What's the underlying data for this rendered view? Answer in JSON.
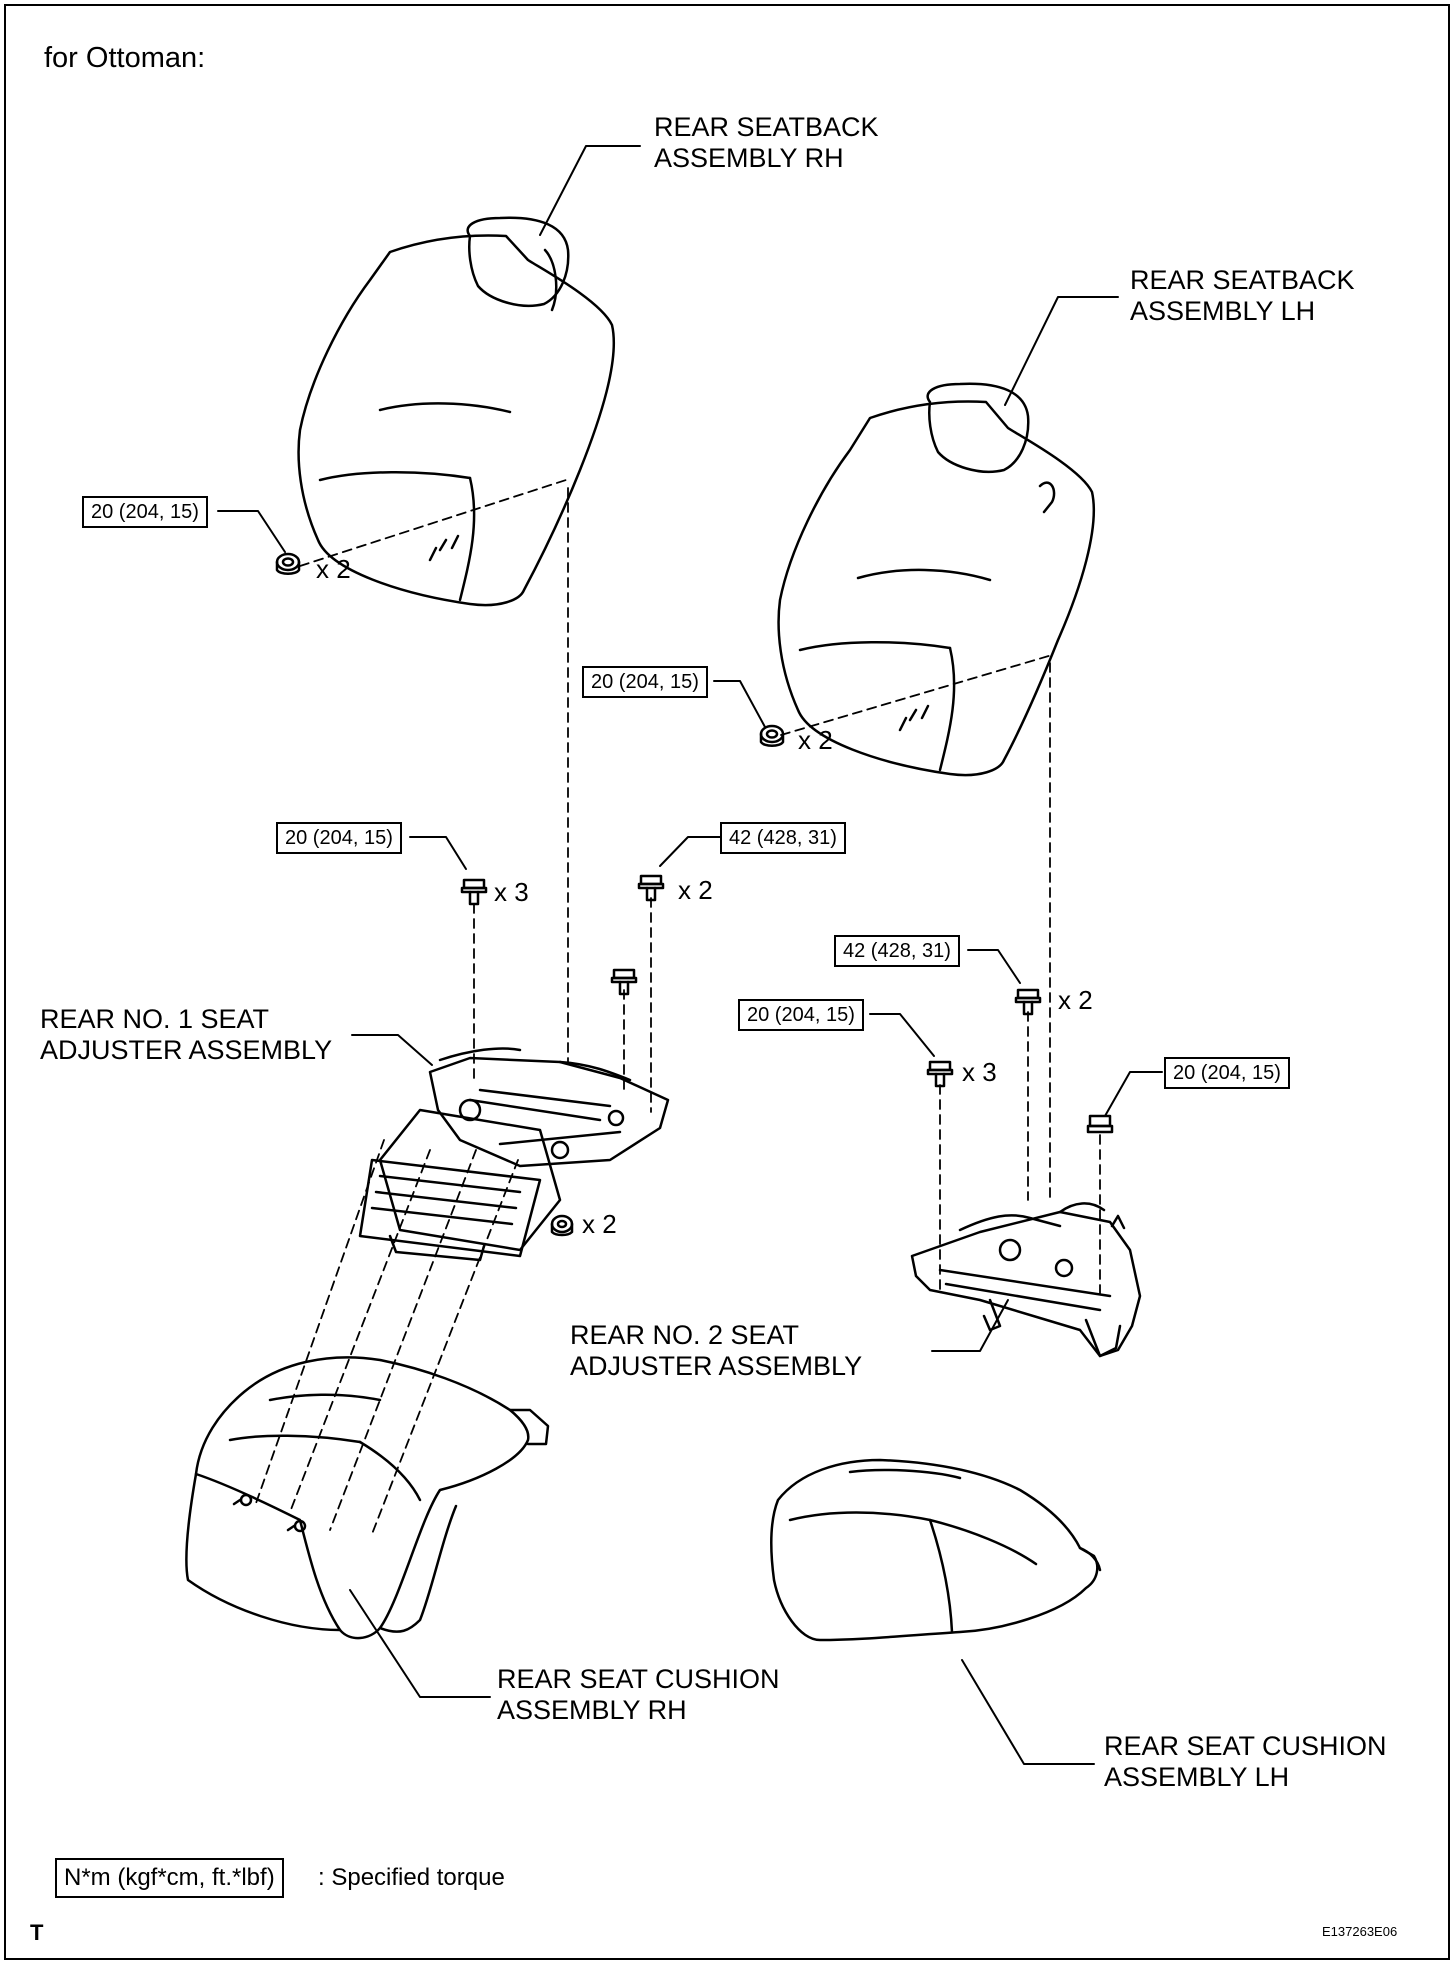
{
  "header": {
    "title": "for Ottoman:"
  },
  "components": {
    "seatback_rh": [
      "REAR SEATBACK",
      "ASSEMBLY RH"
    ],
    "seatback_lh": [
      "REAR SEATBACK",
      "ASSEMBLY LH"
    ],
    "adjuster_1": [
      "REAR NO. 1 SEAT",
      "ADJUSTER ASSEMBLY"
    ],
    "adjuster_2": [
      "REAR NO. 2 SEAT",
      "ADJUSTER ASSEMBLY"
    ],
    "cushion_rh": [
      "REAR SEAT CUSHION",
      "ASSEMBLY RH"
    ],
    "cushion_lh": [
      "REAR SEAT CUSHION",
      "ASSEMBLY LH"
    ]
  },
  "torques": {
    "t1": "20 (204, 15)",
    "t2": "20 (204, 15)",
    "t3": "20 (204, 15)",
    "t4": "42 (428, 31)",
    "t5": "42 (428, 31)",
    "t6": "20 (204, 15)",
    "t7": "20 (204, 15)"
  },
  "quantities": {
    "q1": "x 2",
    "q2": "x 2",
    "q3": "x 3",
    "q4": "x 2",
    "q5": "x 2",
    "q6": "x 2",
    "q7": "x 3"
  },
  "legend": {
    "unit": "N*m (kgf*cm, ft.*lbf)",
    "description": ": Specified torque"
  },
  "footer": {
    "left_mark": "T",
    "figure_id": "E137263E06"
  }
}
